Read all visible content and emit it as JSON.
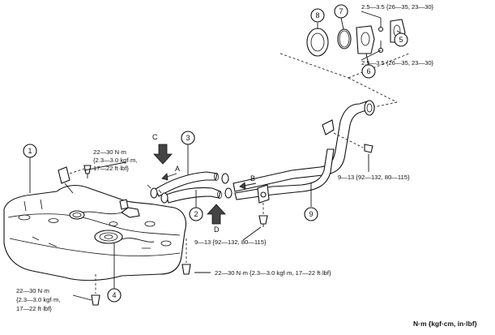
{
  "callouts": {
    "c1": "1",
    "c2": "2",
    "c3": "3",
    "c4": "4",
    "c5": "5",
    "c6": "6",
    "c7": "7",
    "c8": "8",
    "c9": "9"
  },
  "view_arrows": {
    "A": "A",
    "B": "B",
    "C": "C",
    "D": "D"
  },
  "torque_specs": {
    "cap_upper": "2.5—3.5 {26—35, 23—30}",
    "cap_lower": "2.5—3.5 {26—35, 23—30}",
    "strap_upper": [
      "22—30 N·m",
      "{2.3—3.0 kgf·m,",
      "17—22 ft·lbf}"
    ],
    "pipe_bracket_right": "9—13 {92—132, 80—115}",
    "pipe_bracket_lower": "9—13 {92—132, 80—115}",
    "strap_lower_right": "22—30 N·m {2.3—3.0 kgf·m, 17—22 ft·lbf}",
    "strap_lower_left": [
      "22—30 N·m",
      "{2.3—3.0 kgf·m,",
      "17—22 ft·lbf}"
    ]
  },
  "units_footer": "N·m {kgf·cm, in·lbf}"
}
